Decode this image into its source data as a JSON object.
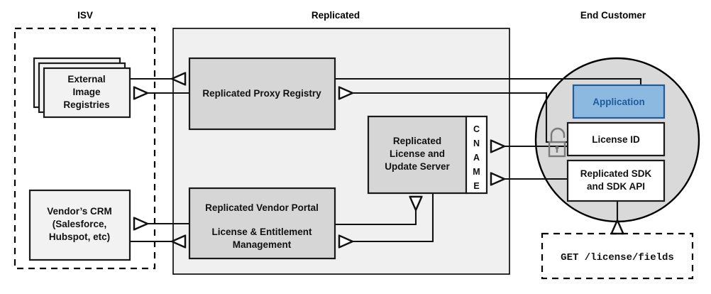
{
  "zones": {
    "isv": {
      "label": "ISV"
    },
    "replicated": {
      "label": "Replicated"
    },
    "end_customer": {
      "label": "End Customer"
    }
  },
  "nodes": {
    "external_registries": {
      "lines": [
        "External",
        "Image",
        "Registries"
      ]
    },
    "vendor_crm": {
      "lines": [
        "Vendor’s CRM",
        "(Salesforce,",
        "Hubspot, etc)"
      ]
    },
    "proxy_registry": {
      "lines": [
        "Replicated Proxy Registry"
      ]
    },
    "license_update_server": {
      "lines": [
        "Replicated",
        "License and",
        "Update Server"
      ]
    },
    "cname": {
      "label": "CNAME",
      "letters": [
        "C",
        "N",
        "A",
        "M",
        "E"
      ]
    },
    "vendor_portal": {
      "lines": [
        "Replicated Vendor Portal",
        "License & Entitlement",
        "Management"
      ]
    },
    "application": {
      "lines": [
        "Application"
      ]
    },
    "license_id": {
      "lines": [
        "License ID"
      ]
    },
    "replicated_sdk": {
      "lines": [
        "Replicated SDK",
        "and SDK API"
      ]
    },
    "api_request": {
      "lines": [
        "GET /license/fields"
      ]
    }
  },
  "icons": {
    "padlock": "unlocked-padlock-icon"
  },
  "colors": {
    "panel_background": "#f0f0f0",
    "node_gray": "#d6d6d6",
    "node_light": "#f2f2f2",
    "node_white": "#ffffff",
    "application_fill": "#8cb9e0",
    "application_stroke": "#1f5c99",
    "circle_fill": "#d9d9d9",
    "line": "#111111",
    "padlock": "#7a7a7a"
  }
}
